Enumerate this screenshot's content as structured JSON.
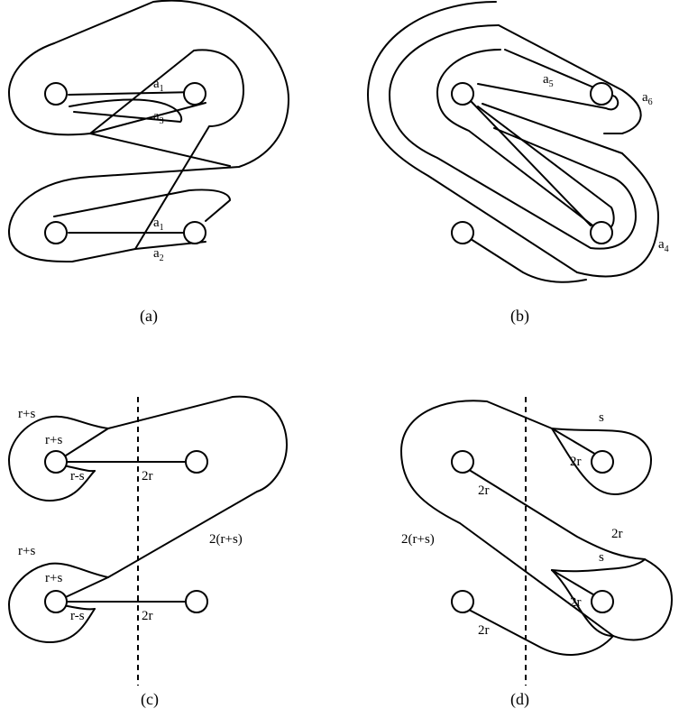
{
  "panels": {
    "a": {
      "caption": "(a)",
      "labels": [
        {
          "base": "a",
          "sub": "1"
        },
        {
          "base": "a",
          "sub": "3"
        },
        {
          "base": "a",
          "sub": "1"
        },
        {
          "base": "a",
          "sub": "2"
        }
      ]
    },
    "b": {
      "caption": "(b)",
      "labels": [
        {
          "base": "a",
          "sub": "5"
        },
        {
          "base": "a",
          "sub": "6"
        },
        {
          "base": "a",
          "sub": "4"
        }
      ]
    },
    "c": {
      "caption": "(c)",
      "labels": [
        "r+s",
        "r+s",
        "r-s",
        "2r",
        "2(r+s)",
        "r+s",
        "r+s",
        "r-s",
        "2r"
      ]
    },
    "d": {
      "caption": "(d)",
      "labels": [
        "s",
        "2r",
        "2r",
        "2r",
        "2(r+s)",
        "s",
        "2r",
        "2r"
      ]
    }
  }
}
